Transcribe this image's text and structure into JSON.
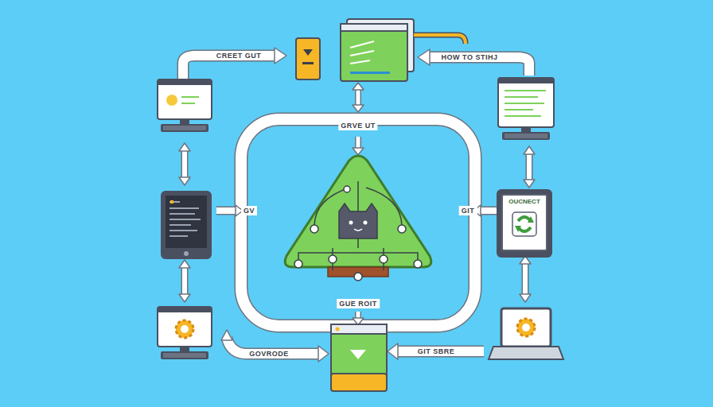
{
  "diagram": {
    "nodes": [
      {
        "text": [
          "OUCNECT"
        ]
      }
    ],
    "labels": [
      "CREET GUT",
      "HOW TO STIHJ",
      "GRVE UT",
      "GV",
      "GIT",
      "GUE ROIT",
      "GOVRODE",
      "GIT SBRE"
    ]
  }
}
